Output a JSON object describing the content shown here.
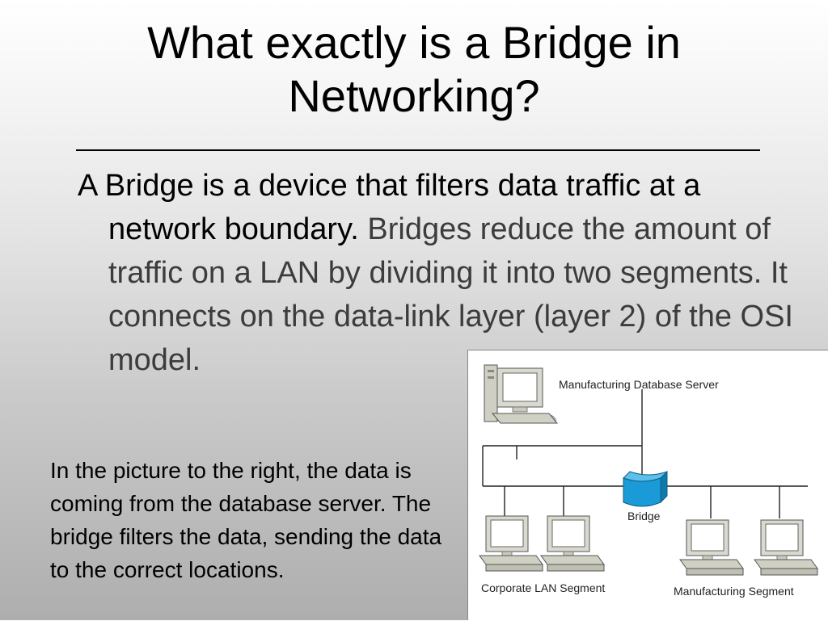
{
  "slide": {
    "title": "What exactly is a Bridge in Networking?",
    "bullet": {
      "part1": "A Bridge is a device that filters data traffic at a network boundary. ",
      "part2": "Bridges reduce the amount of traffic on a LAN by dividing it into two segments. It connects on the data-link layer (layer 2) of the OSI model."
    },
    "caption": "In the picture to the right, the data is coming from the database server. The bridge filters the data, sending the data to the correct locations."
  },
  "diagram": {
    "server_label": "Manufacturing Database Server",
    "bridge_label": "Bridge",
    "left_segment_label": "Corporate LAN Segment",
    "right_segment_label": "Manufacturing Segment",
    "icons": [
      "server-computer-icon",
      "bridge-icon",
      "computer-icon"
    ]
  }
}
